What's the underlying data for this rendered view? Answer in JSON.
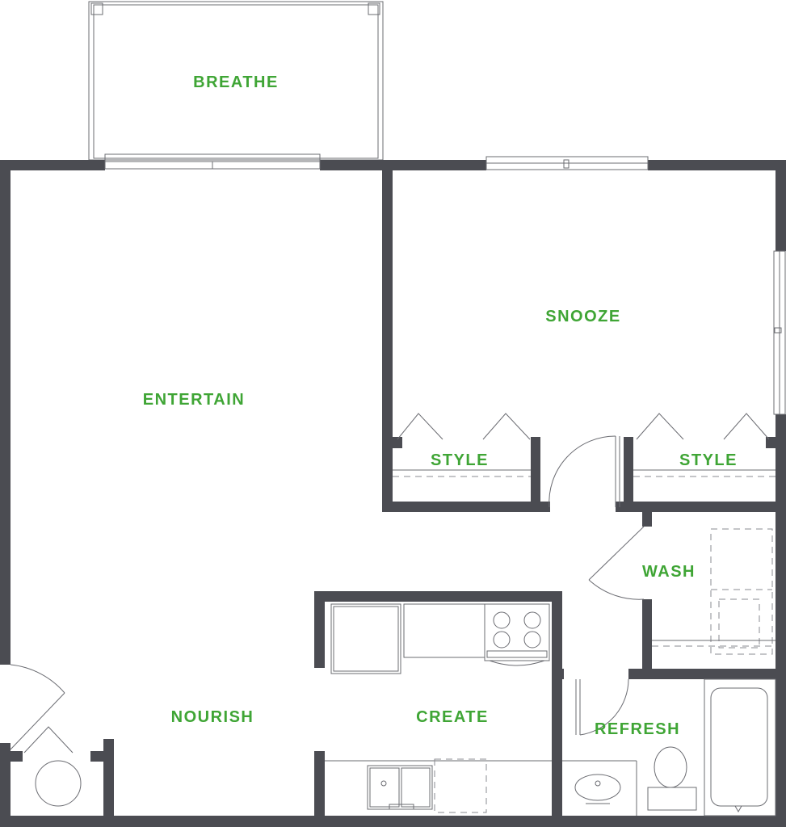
{
  "plan": {
    "label_color": "#3fa535",
    "wall_color": "#4b4c52",
    "rooms": {
      "breathe": "BREATHE",
      "entertain": "ENTERTAIN",
      "snooze": "SNOOZE",
      "style_left": "STYLE",
      "style_right": "STYLE",
      "wash": "WASH",
      "nourish": "NOURISH",
      "create": "CREATE",
      "refresh": "REFRESH"
    }
  }
}
